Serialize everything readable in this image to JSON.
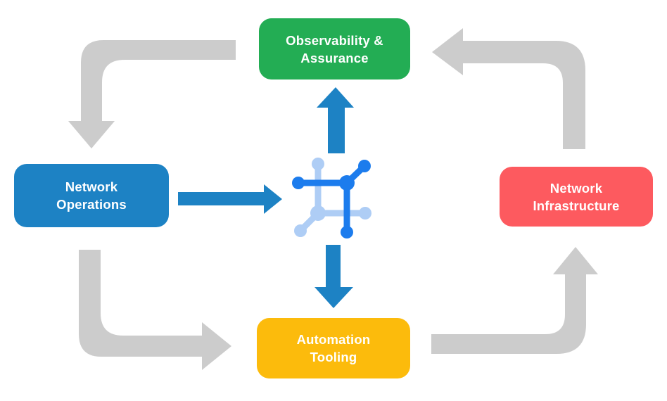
{
  "colors": {
    "observability_green": "#23ad54",
    "network_operations_blue": "#1d82c4",
    "network_infrastructure_red": "#fd5a5f",
    "automation_yellow": "#fcbb0c",
    "flow_arrow_gray": "#cccccc",
    "blue_arrow": "#1d82c4",
    "icon_dark_blue": "#1c7ced",
    "icon_light_blue": "#aecdf5",
    "label_text": "#ffffff"
  },
  "nodes": {
    "observability": {
      "label": "Observability &\nAssurance"
    },
    "network_operations": {
      "label": "Network\nOperations"
    },
    "network_infrastructure": {
      "label": "Network\nInfrastructure"
    },
    "automation": {
      "label": "Automation\nTooling"
    }
  },
  "center_icon": {
    "name": "network-nodes-icon"
  },
  "flow": {
    "cycle": [
      "Observability & Assurance -> Network Operations",
      "Network Operations -> Automation Tooling",
      "Automation Tooling -> Network Infrastructure",
      "Network Infrastructure -> Observability & Assurance"
    ],
    "center_links": [
      "Network Operations -> center icon",
      "center icon -> Observability & Assurance",
      "center icon -> Automation Tooling"
    ]
  }
}
